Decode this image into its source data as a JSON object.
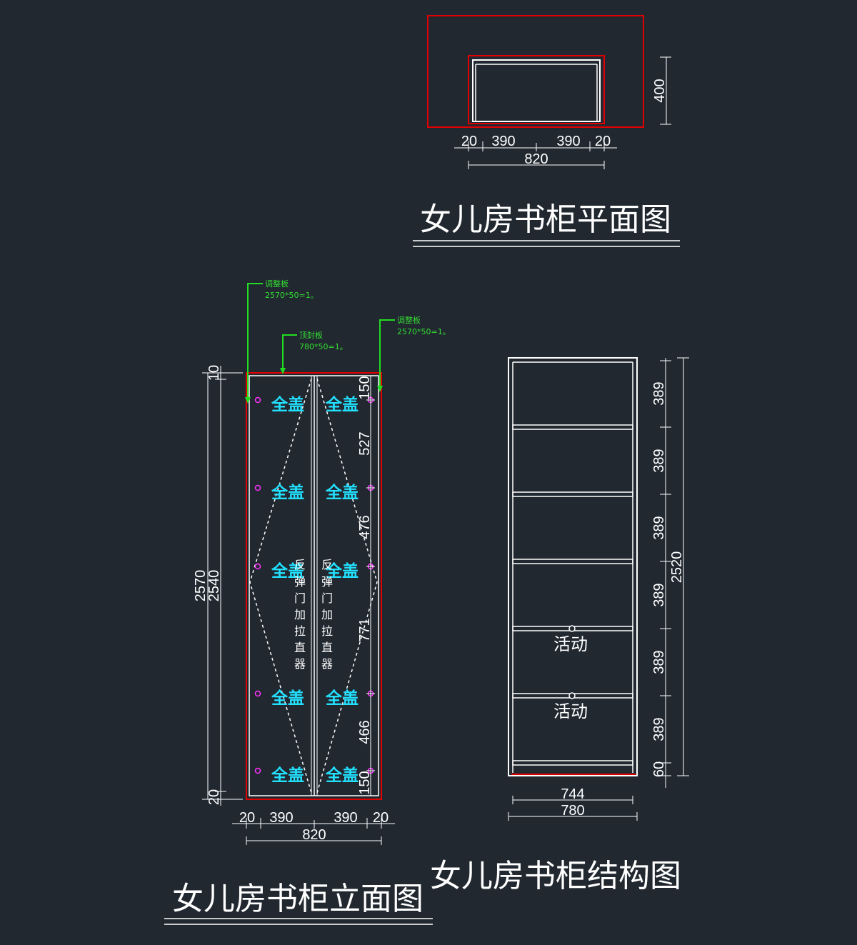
{
  "titles": {
    "plan": "女儿房书柜平面图",
    "elevation": "女儿房书柜立面图",
    "structure": "女儿房书柜结构图"
  },
  "plan": {
    "depth": "400",
    "widths": [
      "20",
      "390",
      "390",
      "20"
    ],
    "total": "820"
  },
  "elevation": {
    "heights": {
      "overall": "2570",
      "inner": "2540",
      "top": "10",
      "bottom": "20"
    },
    "right_dims": [
      "150",
      "527",
      "476",
      "771",
      "466",
      "150"
    ],
    "widths": [
      "20",
      "390",
      "390",
      "20"
    ],
    "total": "820",
    "cover_label": "全盖",
    "door_note": [
      "弹",
      "门",
      "加",
      "拉",
      "直",
      "器"
    ],
    "door_note_top": [
      "反",
      "反"
    ],
    "notes": {
      "left_panel": {
        "name": "调整板",
        "size": "2570*50=1。"
      },
      "top_panel": {
        "name": "顶封板",
        "size": "780*50=1。"
      },
      "right_panel": {
        "name": "调整板",
        "size": "2570*50=1。"
      }
    }
  },
  "structure": {
    "rows": [
      "389",
      "389",
      "389",
      "389",
      "389",
      "389",
      "60"
    ],
    "total_height": "2520",
    "inner_width": "744",
    "outer_width": "780",
    "movable_label": "活动"
  },
  "colors": {
    "background": "#212830",
    "line": "#ffffff",
    "red": "#e00000",
    "cyan": "#22e0ff",
    "green": "#33dd33",
    "magenta": "#ff33ff"
  }
}
